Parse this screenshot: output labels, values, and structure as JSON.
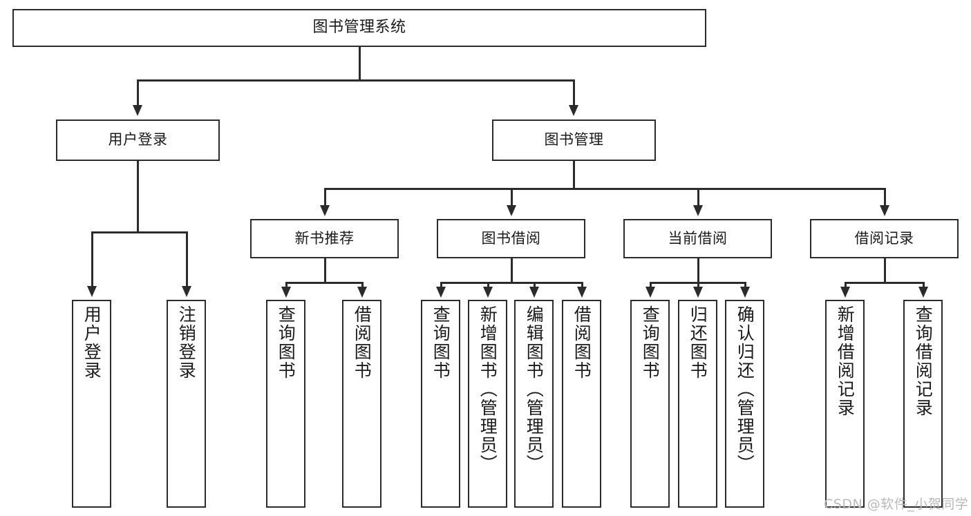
{
  "diagram": {
    "type": "tree-hierarchy-chart",
    "title": "图书管理系统",
    "colors": {
      "stroke": "#2b2b2b",
      "fill": "#ffffff",
      "text": "#1a1a1a",
      "watermark": "#b9b9b9"
    },
    "root": {
      "label": "图书管理系统"
    },
    "level1": [
      {
        "label": "用户登录"
      },
      {
        "label": "图书管理"
      }
    ],
    "level2": [
      {
        "label": "新书推荐"
      },
      {
        "label": "图书借阅"
      },
      {
        "label": "当前借阅"
      },
      {
        "label": "借阅记录"
      }
    ],
    "leaves": {
      "user_login": [
        {
          "label": "用户登录"
        },
        {
          "label": "注销登录"
        }
      ],
      "new_book_recommend": [
        {
          "label": "查询图书"
        },
        {
          "label": "借阅图书"
        }
      ],
      "book_borrow": [
        {
          "label": "查询图书"
        },
        {
          "label": "新增图书（管理员）"
        },
        {
          "label": "编辑图书（管理员）"
        },
        {
          "label": "借阅图书"
        }
      ],
      "current_borrow": [
        {
          "label": "查询图书"
        },
        {
          "label": "归还图书"
        },
        {
          "label": "确认归还（管理员）"
        }
      ],
      "borrow_record": [
        {
          "label": "新增借阅记录"
        },
        {
          "label": "查询借阅记录"
        }
      ]
    }
  },
  "watermark": {
    "text": "CSDN @软件_小贺同学"
  }
}
